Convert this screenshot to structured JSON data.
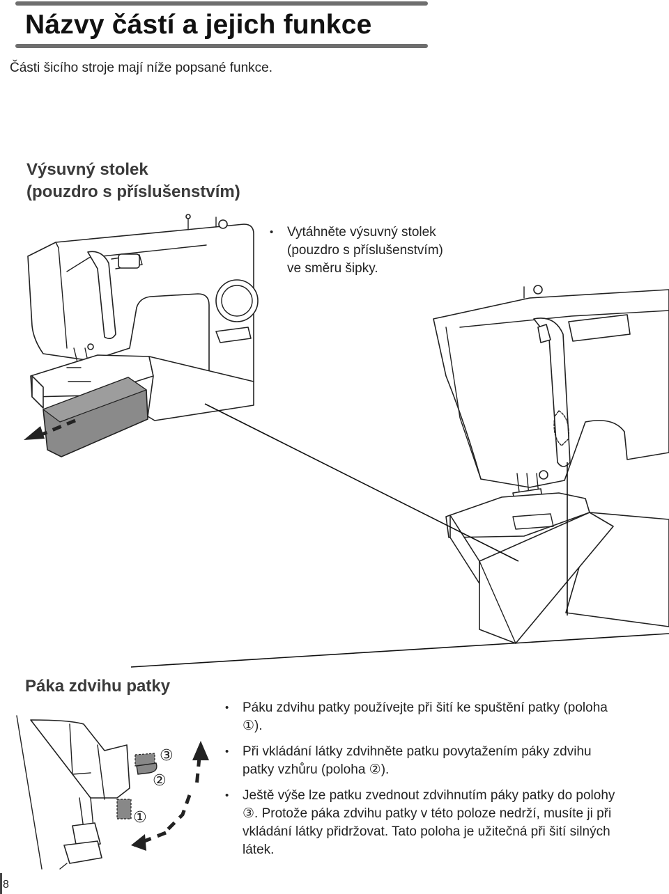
{
  "page": {
    "title": "Názvy částí a jejich funkce",
    "intro": "Části šicího stroje mají níže popsané funkce.",
    "number": "8"
  },
  "sections": [
    {
      "title_line1": "Výsuvný stolek",
      "title_line2": "(pouzdro s příslušenstvím)",
      "bullets": [
        "Vytáhněte výsuvný stolek (pouzdro s příslušenstvím) ve směru šipky."
      ]
    },
    {
      "title": "Páka zdvihu patky",
      "bullets": [
        "Páku zdvihu patky používejte při šití ke spuštění patky (poloha ①).",
        "Při vkládání látky zdvihněte patku povytažením páky zdvihu patky vzhůru (poloha ②).",
        "Ještě výše lze patku zvednout zdvihnutím páky patky do polohy ③. Protože páka zdvihu patky v této poloze nedrží, musíte ji při vkládání látky přidržovat. Tato poloha je užitečná při šití silných látek."
      ]
    }
  ],
  "lever_positions": [
    "③",
    "②",
    "①"
  ],
  "colors": {
    "accent_bar": "#6e6e6e",
    "tray": "#8a8a8a",
    "text": "#222222"
  }
}
